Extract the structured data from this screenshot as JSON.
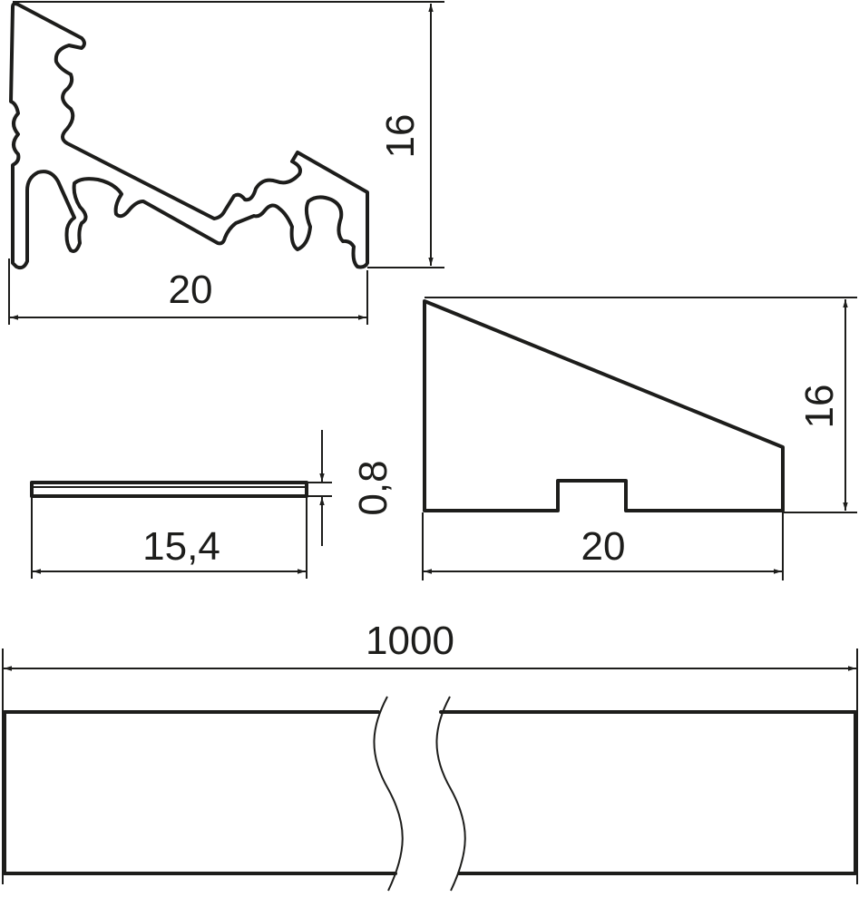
{
  "drawing": {
    "profile_width_label": "20",
    "profile_height_label": "16",
    "cover_width_label": "15,4",
    "cover_thickness_label": "0,8",
    "endcap_width_label": "20",
    "endcap_height_label": "16",
    "length_label": "1000",
    "line_color": "#1d1d1b"
  }
}
